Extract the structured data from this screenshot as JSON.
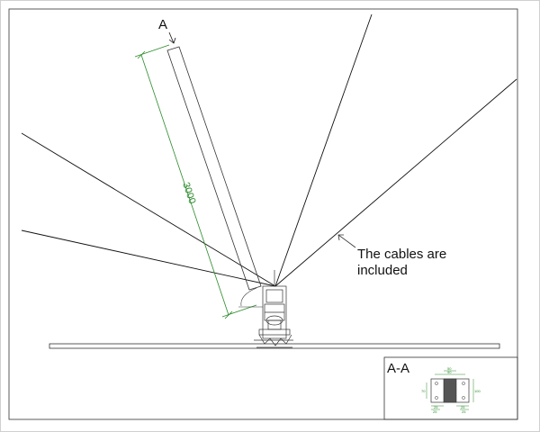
{
  "drawing": {
    "section_marker": "A",
    "length_dimension": "3000",
    "note_line1": "The  cables are",
    "note_line2": "included",
    "section_view_title": "A-A",
    "section_dims": [
      "50",
      "90",
      "70",
      "100",
      "25",
      "25",
      "25",
      "25"
    ],
    "line_color": "#111111",
    "dimension_color": "#2a8a2a"
  }
}
